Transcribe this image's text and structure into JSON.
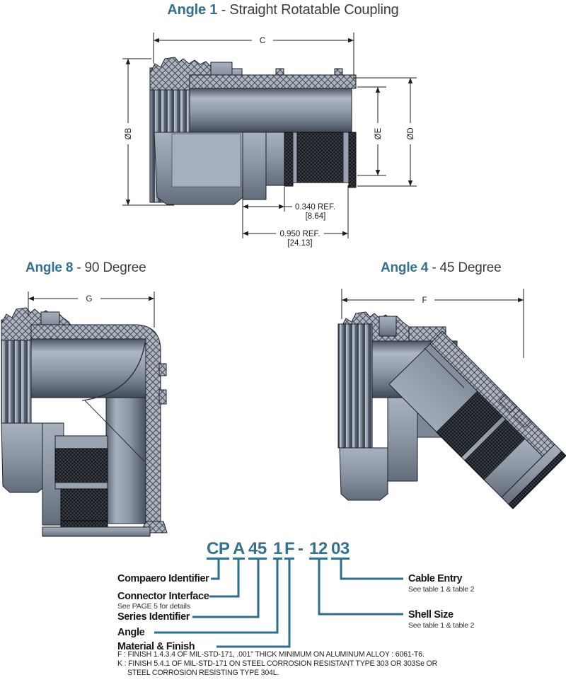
{
  "colors": {
    "accent_blue": "#34708f",
    "leader_blue": "#2d6e8c",
    "ink": "#1d1d1d"
  },
  "titles": {
    "angle1": {
      "strong": "Angle 1",
      "rest": " - Straight Rotatable Coupling"
    },
    "angle8": {
      "strong": "Angle 8",
      "rest": " - 90 Degree"
    },
    "angle4": {
      "strong": "Angle 4",
      "rest": " - 45 Degree"
    }
  },
  "dimensions": {
    "straight": {
      "length": "C",
      "diameter_b": "ØB",
      "diameter_e": "ØE",
      "diameter_d": "ØD",
      "ref_small": "0.340 REF.",
      "ref_small_mm": "[8.64]",
      "ref_large": "0.950 REF.",
      "ref_large_mm": "[24.13]"
    },
    "ninety": {
      "length": "G"
    },
    "fortyfive": {
      "length": "F"
    }
  },
  "part_number": {
    "segments": [
      "CP",
      "A",
      "45",
      "1",
      "F",
      "-",
      "12",
      "03"
    ]
  },
  "callouts": {
    "left": [
      {
        "label": "Compaero Identifier",
        "sub": ""
      },
      {
        "label": "Connector Interface",
        "sub": "See PAGE 5 for details"
      },
      {
        "label": "Series Identifier",
        "sub": ""
      },
      {
        "label": "Angle",
        "sub": ""
      },
      {
        "label": "Material & Finish",
        "sub": ""
      }
    ],
    "right": [
      {
        "label": "Cable Entry",
        "sub": "See table 1 & table 2"
      },
      {
        "label": "Shell Size",
        "sub": "See table 1 & table 2"
      }
    ]
  },
  "notes": {
    "line1": "F : FINISH 1.4.3.4 OF MIL-STD-171, .001\" THICK MINIMUM ON ALUMINUM ALLOY : 6061-T6.",
    "line2": "K : FINISH 5.4.1 OF MIL-STD-171 ON STEEL CORROSION RESISTANT TYPE 303 OR 303Se OR",
    "line3": "STEEL CORROSION RESISTING TYPE 304L."
  }
}
